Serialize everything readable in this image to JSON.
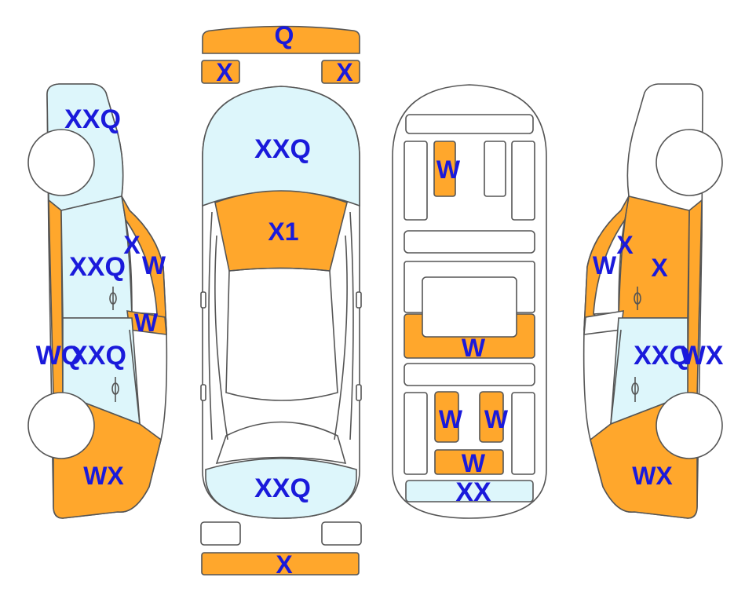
{
  "colors": {
    "damage": "#ffa72c",
    "glass": "#ddf6fb",
    "label": "#1a1adb",
    "outline": "#555555"
  },
  "top": {
    "front_bumper": "Q",
    "left_headlight": "X",
    "right_headlight": "X",
    "hood": "XXQ",
    "windshield": "X1",
    "trunk": "XXQ",
    "rear_bumper": "X"
  },
  "interior": {
    "front_seat": "W",
    "floor_center": "W",
    "rear_seat_left": "W",
    "rear_seat_right": "W",
    "rear_console": "W",
    "rear_panel": "XX"
  },
  "left_side": {
    "front_fender": "XXQ",
    "front_door": "XXQ",
    "a_pillar": "X",
    "front_window": "W",
    "rear_window": "W",
    "rocker": "WQ",
    "rear_door": "XXQ",
    "rear_quarter": "WX"
  },
  "right_side": {
    "front_window": "W",
    "a_pillar": "X",
    "front_door": "X",
    "rear_door": "XXQ",
    "rocker": "WX",
    "rear_quarter": "WX"
  }
}
